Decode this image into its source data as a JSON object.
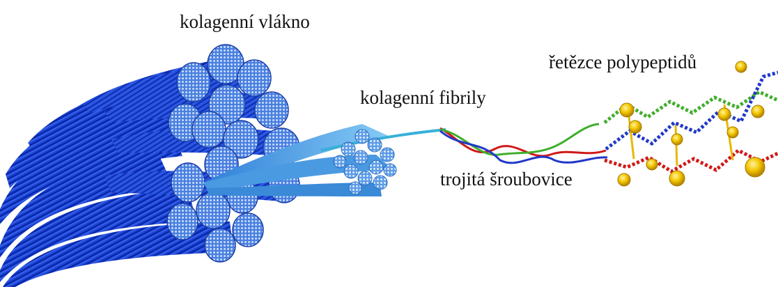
{
  "labels": {
    "collagen_fiber": "kolagenní vlákno",
    "polypeptide_chains": "řetězce polypeptidů",
    "collagen_fibrils": "kolagenní fibrily",
    "triple_helix": "trojitá šroubovice"
  },
  "colors": {
    "fiber_blue": "#1740d6",
    "fiber_dark": "#0a25a8",
    "fiber_light": "#5a86f0",
    "fibril_cyan": "#3fa6e8",
    "fibril_light": "#9fd6f7",
    "chain_red": "#d01818",
    "chain_green": "#3fae2a",
    "chain_blue": "#2138c8",
    "node_yellow": "#f2c400"
  }
}
